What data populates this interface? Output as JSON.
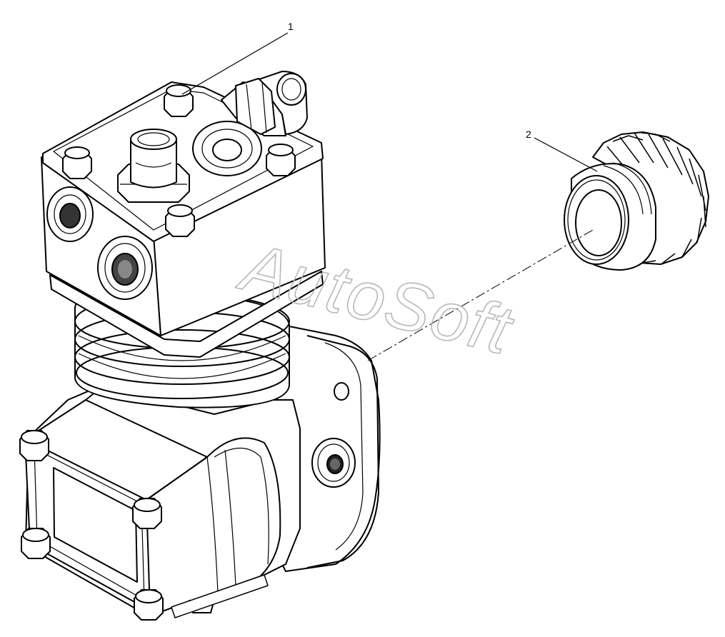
{
  "callouts": [
    {
      "number": "1",
      "part": "compressor"
    },
    {
      "number": "2",
      "part": "drive-gear"
    }
  ],
  "watermark": "AutoSoft",
  "colors": {
    "line": "#000000",
    "background": "#ffffff",
    "watermark": "#b8b8b8"
  }
}
